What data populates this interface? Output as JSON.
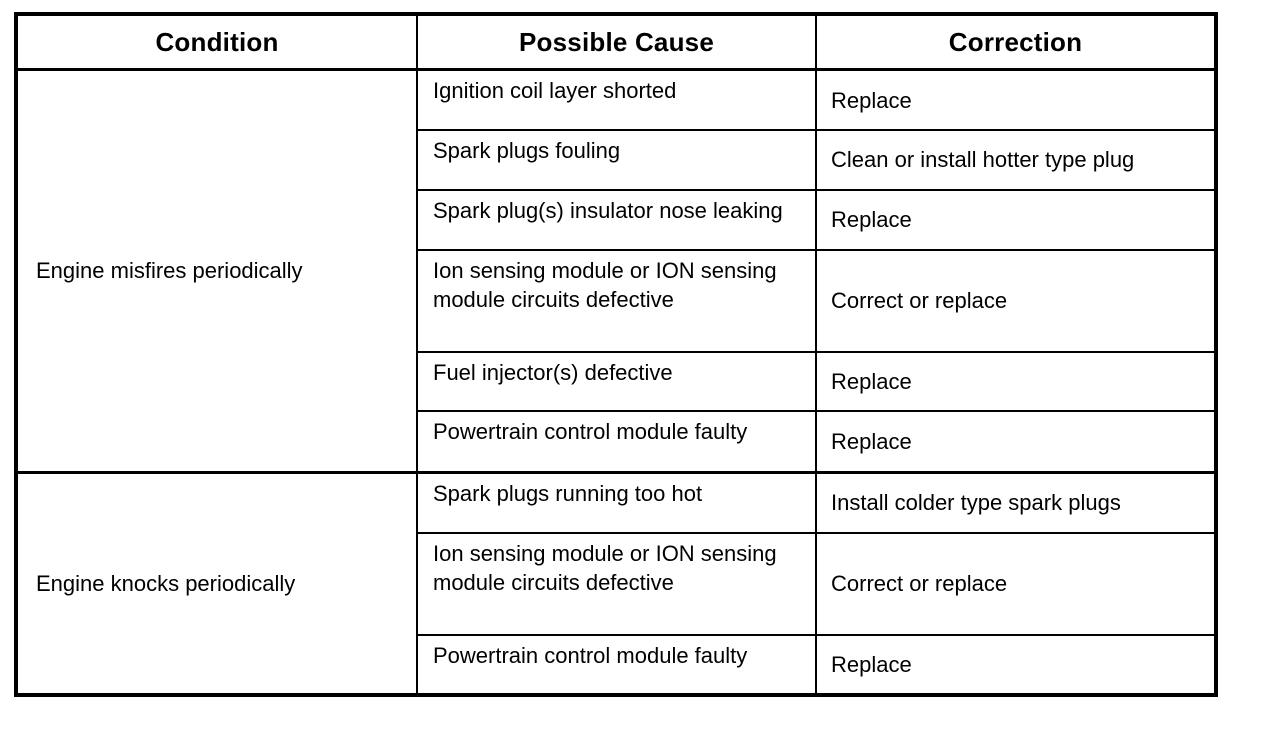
{
  "document": {
    "type": "troubleshooting-table",
    "columns": [
      "Condition",
      "Possible Cause",
      "Correction"
    ],
    "colors": {
      "background": "#ffffff",
      "text": "#000000",
      "border": "#000000"
    }
  },
  "table": {
    "headers": {
      "condition": "Condition",
      "cause": "Possible Cause",
      "correction": "Correction"
    },
    "groups": [
      {
        "condition": "Engine misfires periodically",
        "rows": [
          {
            "cause": "Ignition coil layer shorted",
            "correction": "Replace"
          },
          {
            "cause": "Spark plugs fouling",
            "correction": "Clean or install hotter type plug"
          },
          {
            "cause": "Spark plug(s) insulator nose leaking",
            "correction": "Replace"
          },
          {
            "cause": "Ion sensing module or ION sensing module circuits defective",
            "correction": "Correct or replace"
          },
          {
            "cause": "Fuel injector(s) defective",
            "correction": "Replace"
          },
          {
            "cause": "Powertrain control module faulty",
            "correction": "Replace"
          }
        ]
      },
      {
        "condition": "Engine knocks periodically",
        "rows": [
          {
            "cause": "Spark plugs running too hot",
            "correction": "Install colder type spark plugs"
          },
          {
            "cause": "Ion sensing module or ION sensing module circuits defective",
            "correction": "Correct or replace"
          },
          {
            "cause": "Powertrain control module faulty",
            "correction": "Replace"
          }
        ]
      }
    ]
  }
}
